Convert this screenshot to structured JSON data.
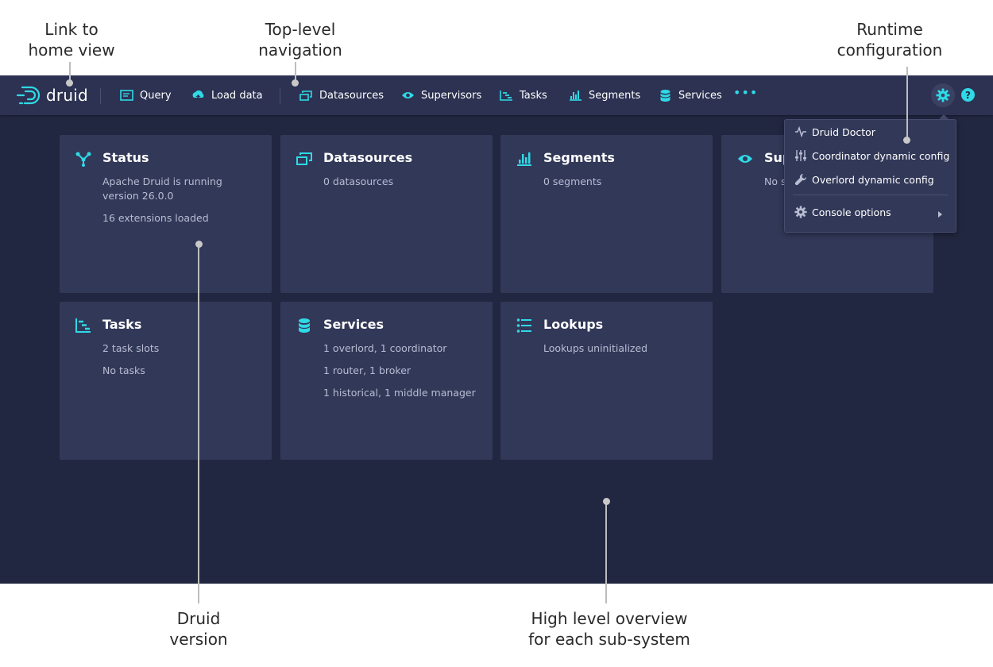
{
  "annotations": {
    "home_link": "Link to\nhome view",
    "top_nav": "Top-level\nnavigation",
    "runtime_config": "Runtime\nconfiguration",
    "druid_version": "Druid\nversion",
    "overview": "High level overview\nfor each sub-system"
  },
  "navbar": {
    "logo_text": "druid",
    "items": [
      "Query",
      "Load data",
      "Datasources",
      "Supervisors",
      "Tasks",
      "Segments",
      "Services"
    ],
    "more": "•••",
    "help": "?"
  },
  "cards": {
    "status": {
      "title": "Status",
      "lines": [
        "Apache Druid is running",
        "version 26.0.0",
        "16 extensions loaded"
      ]
    },
    "datasources": {
      "title": "Datasources",
      "lines": [
        "0 datasources"
      ]
    },
    "segments": {
      "title": "Segments",
      "lines": [
        "0 segments"
      ]
    },
    "supervisors": {
      "title": "Sup",
      "lines": [
        "No s"
      ]
    },
    "tasks": {
      "title": "Tasks",
      "lines": [
        "2 task slots",
        "No tasks"
      ]
    },
    "services": {
      "title": "Services",
      "lines": [
        "1 overlord, 1 coordinator",
        "1 router, 1 broker",
        "1 historical, 1 middle manager"
      ]
    },
    "lookups": {
      "title": "Lookups",
      "lines": [
        "Lookups uninitialized"
      ]
    }
  },
  "config_menu": {
    "items": [
      "Druid Doctor",
      "Coordinator dynamic config",
      "Overlord dynamic config",
      "Console options"
    ]
  },
  "colors": {
    "background": "#222741",
    "navbar": "#2d3252",
    "card": "#323858",
    "accent": "#2fd9e6"
  }
}
